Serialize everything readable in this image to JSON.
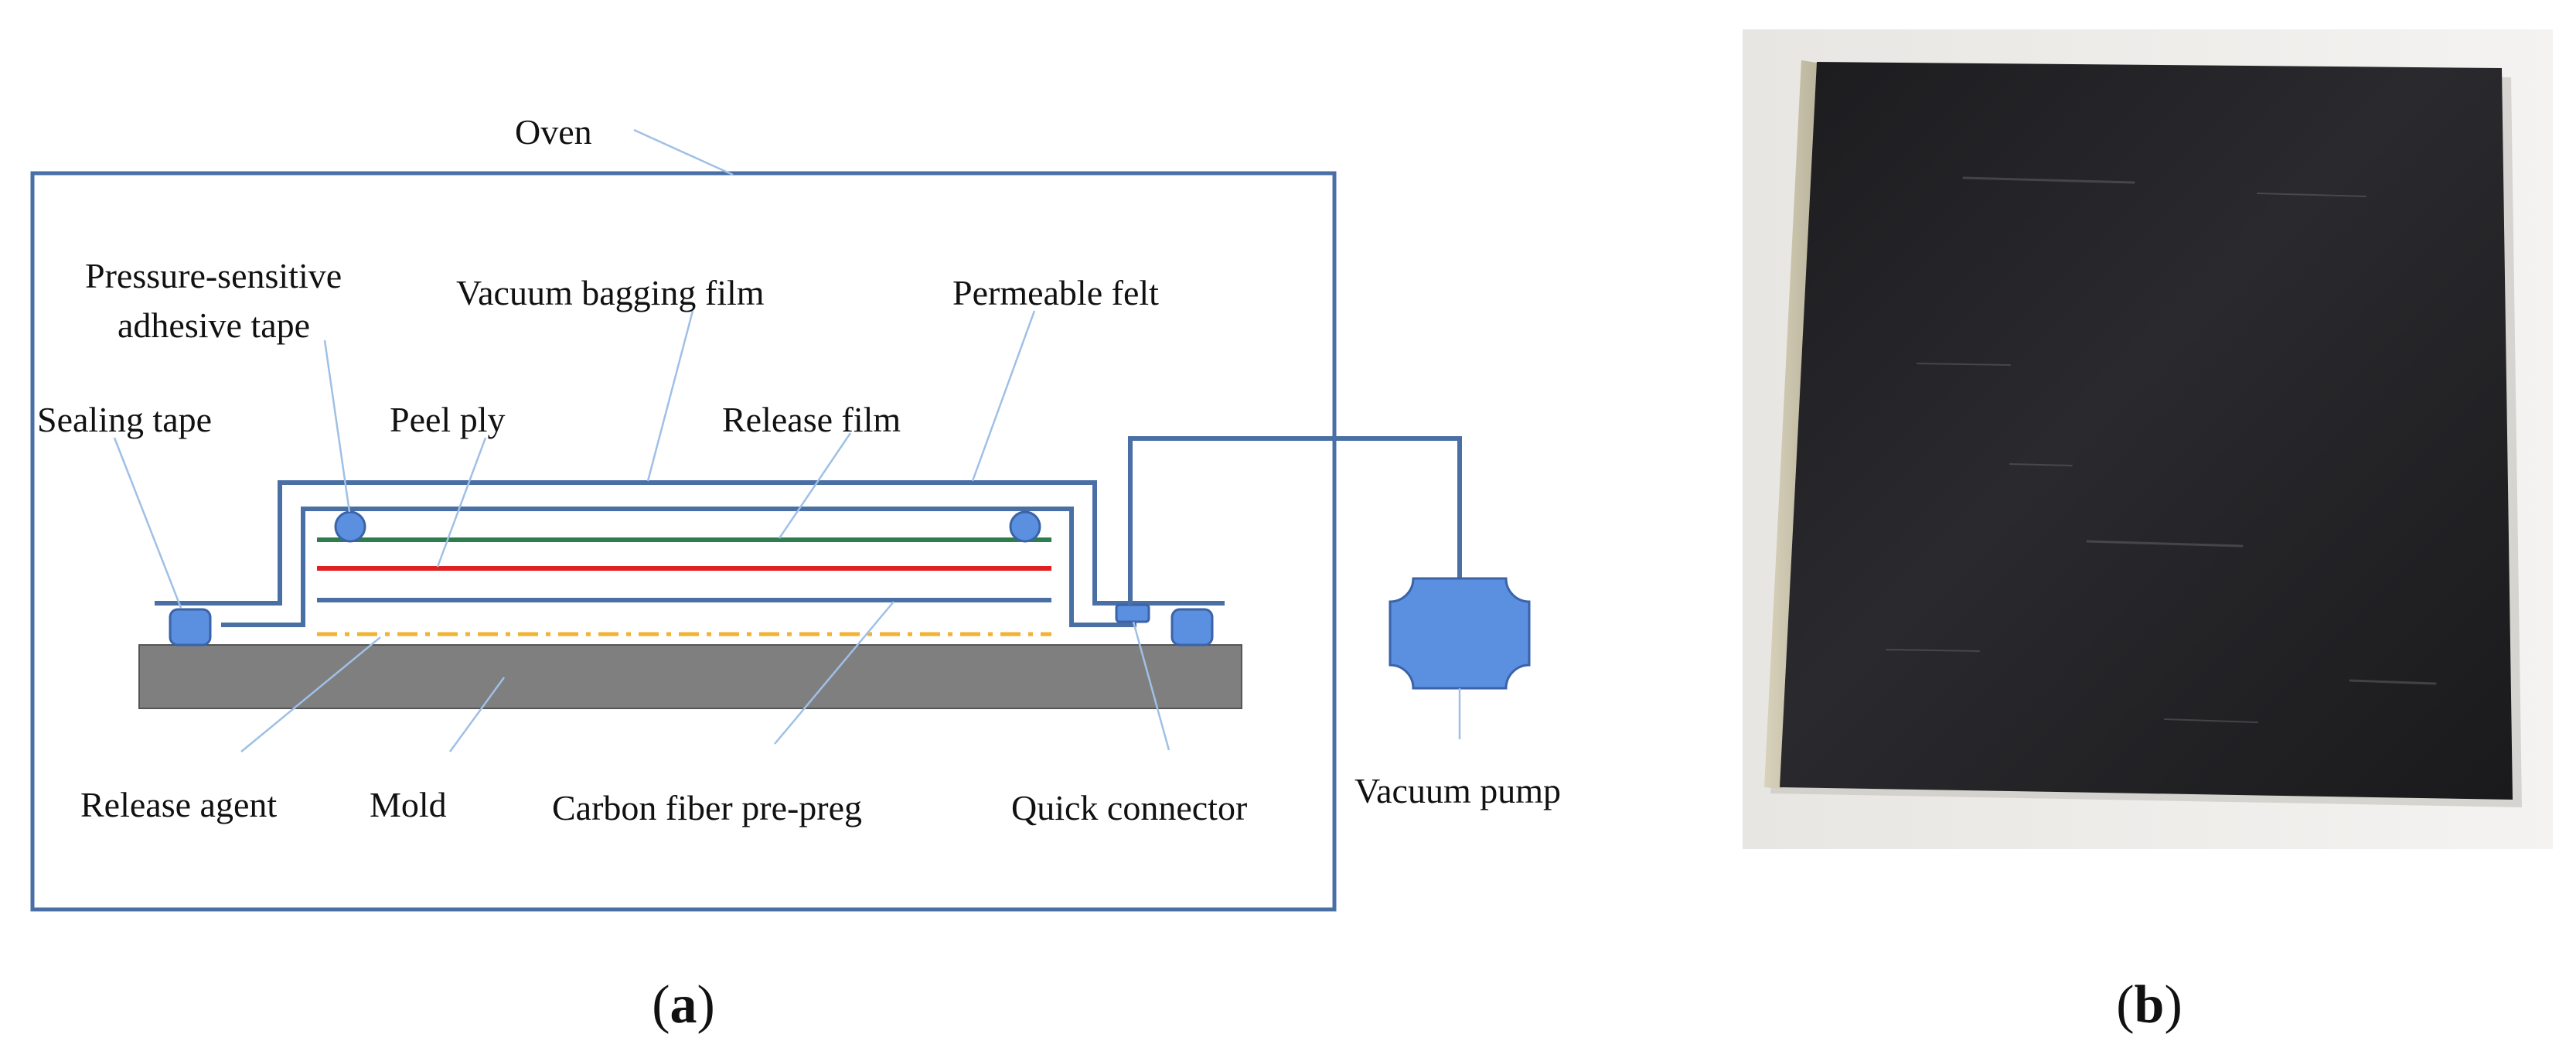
{
  "diagram": {
    "labels": {
      "oven": "Oven",
      "pressure_sensitive_line1": "Pressure-sensitive",
      "pressure_sensitive_line2": "adhesive tape",
      "vacuum_bagging_film": "Vacuum bagging film",
      "permeable_felt": "Permeable felt",
      "sealing_tape": "Sealing tape",
      "peel_ply": "Peel ply",
      "release_film": "Release film",
      "release_agent": "Release agent",
      "mold": "Mold",
      "carbon_fiber_prepreg": "Carbon fiber pre-preg",
      "quick_connector": "Quick connector",
      "vacuum_pump": "Vacuum pump"
    },
    "panel_labels": {
      "a_open": "(",
      "a_letter": "a",
      "a_close": ")",
      "b_open": "(",
      "b_letter": "b",
      "b_close": ")"
    }
  },
  "colors": {
    "outline_blue": "#4a6fa5",
    "fill_blue": "#5b8fe0",
    "release_film_green": "#2e7d4f",
    "peel_ply_red": "#e02020",
    "release_agent_orange": "#f2b233",
    "mold_gray": "#7f7f7f",
    "leader_line": "#9fc0e6",
    "text": "#111111"
  }
}
